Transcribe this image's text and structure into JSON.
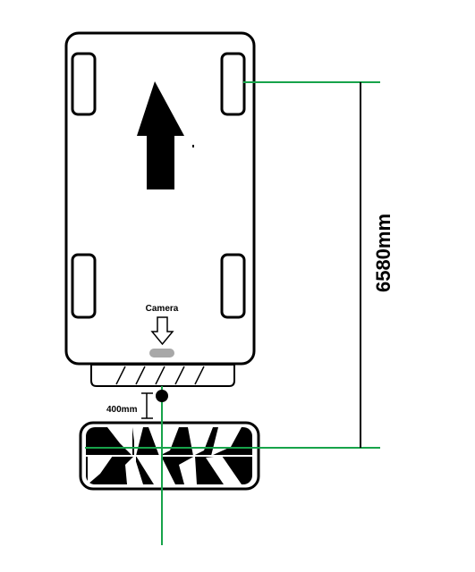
{
  "labels": {
    "camera": "Camera",
    "offset": "400mm",
    "distance": "6580mm"
  },
  "colors": {
    "reference_line": "#17a34a",
    "outline": "#000000",
    "camera_lens": "#a8a8a8",
    "vehicle_fill": "#ffffff",
    "target_fill": "#000000"
  },
  "icons": {
    "direction": "up-arrow-icon",
    "camera": "down-arrow-icon"
  }
}
